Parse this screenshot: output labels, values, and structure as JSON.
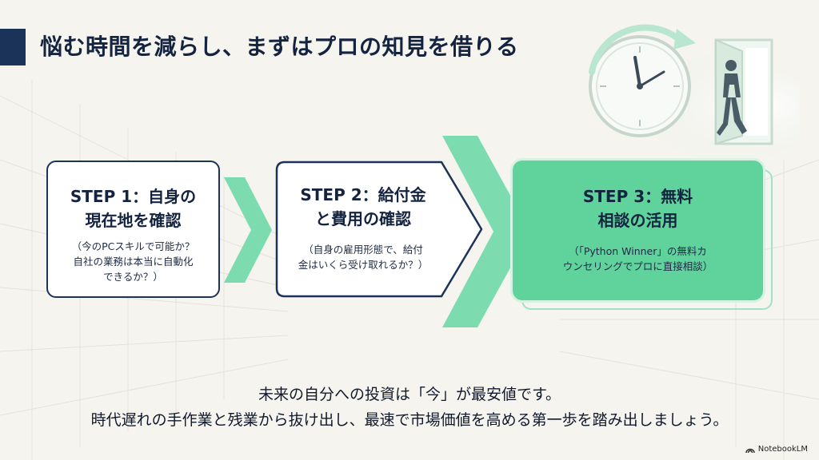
{
  "title": "悩む時間を減らし、まずはプロの知見を借りる",
  "steps": [
    {
      "title_line1": "STEP 1：自身の",
      "title_line2": "現在地を確認",
      "desc_line1": "（今のPCスキルで可能か？",
      "desc_line2": "自社の業務は本当に自動化",
      "desc_line3": "できるか？）"
    },
    {
      "title_line1": "STEP 2：給付金",
      "title_line2": "と費用の確認",
      "desc_line1": "（自身の雇用形態で、給付",
      "desc_line2": "金はいくら受け取れるか？）"
    },
    {
      "title_line1": "STEP 3：無料",
      "title_line2": "相談の活用",
      "desc_line1": "（「Python Winner」の無料カ",
      "desc_line2": "ウンセリングでプロに直接相談）"
    }
  ],
  "footer": {
    "line1": "未来の自分への投資は「今」が最安値です。",
    "line2": "時代遅れの手作業と残業から抜け出し、最速で市場価値を高める第一歩を踏み出しましょう。"
  },
  "brand": "NotebookLM",
  "colors": {
    "navy": "#1b3358",
    "accent_green": "#5fd39b",
    "arrow_green": "#7ddbb0",
    "background": "#f6f4ee"
  }
}
